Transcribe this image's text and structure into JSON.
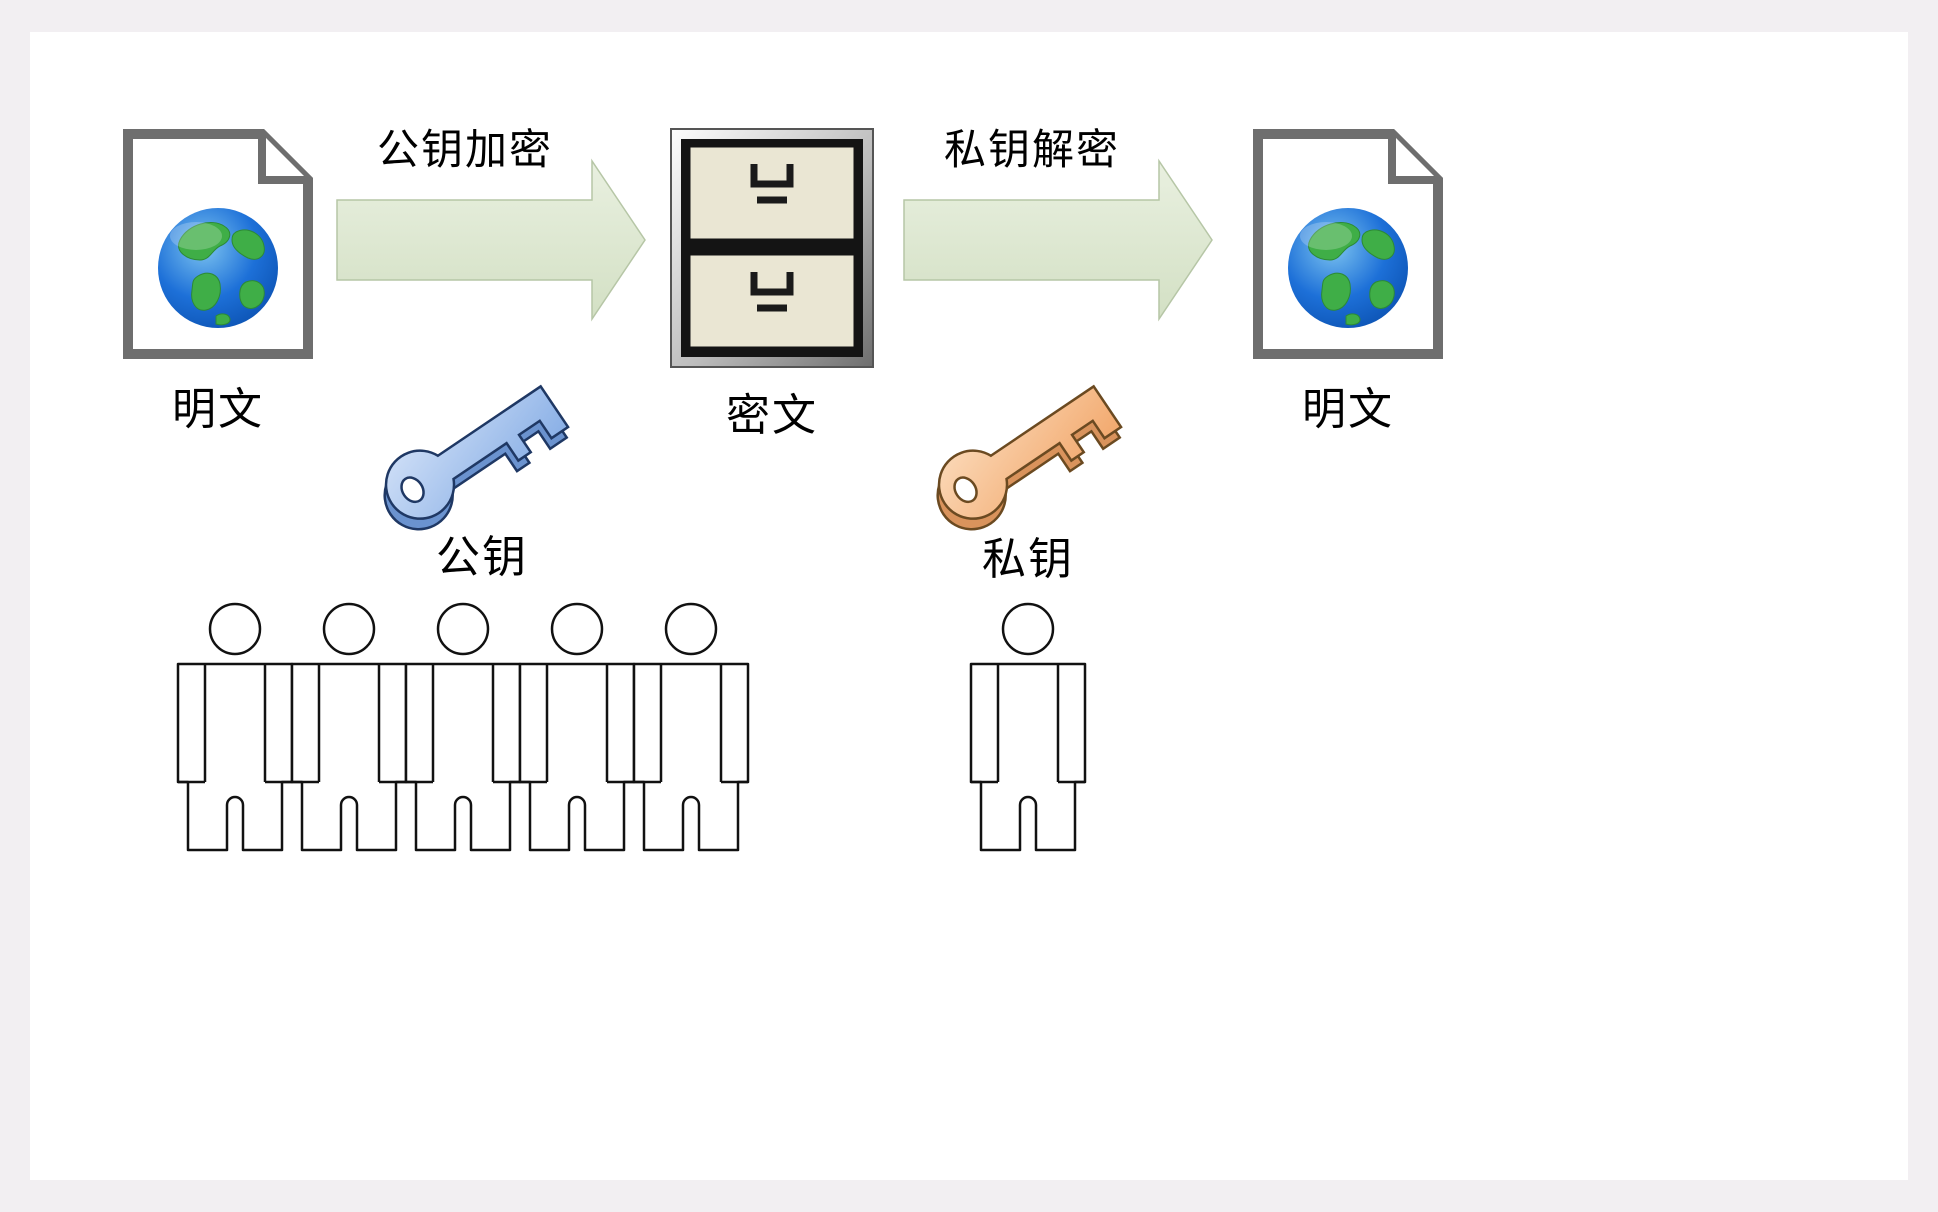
{
  "labels": {
    "plaintext_left": "明文",
    "encrypt_arrow": "公钥加密",
    "ciphertext": "密文",
    "decrypt_arrow": "私钥解密",
    "plaintext_right": "明文",
    "public_key": "公钥",
    "private_key": "私钥"
  },
  "groups": {
    "public_key_holders": 5,
    "private_key_holders": 1
  },
  "icons": {
    "left": "document-with-globe-icon",
    "middle": "file-cabinet-icon",
    "right": "document-with-globe-icon",
    "encrypt": "right-arrow-icon",
    "decrypt": "right-arrow-icon",
    "public_key": "key-icon",
    "private_key": "key-icon",
    "holder": "person-outline-icon"
  },
  "colors": {
    "public_key": "#9fc0ee",
    "private_key": "#f6c79e",
    "arrow_fill": "#dfe9d4",
    "background": "#f2eff2",
    "panel": "#ffffff",
    "globe_blue": "#1d70d8",
    "globe_green": "#3fae47"
  }
}
